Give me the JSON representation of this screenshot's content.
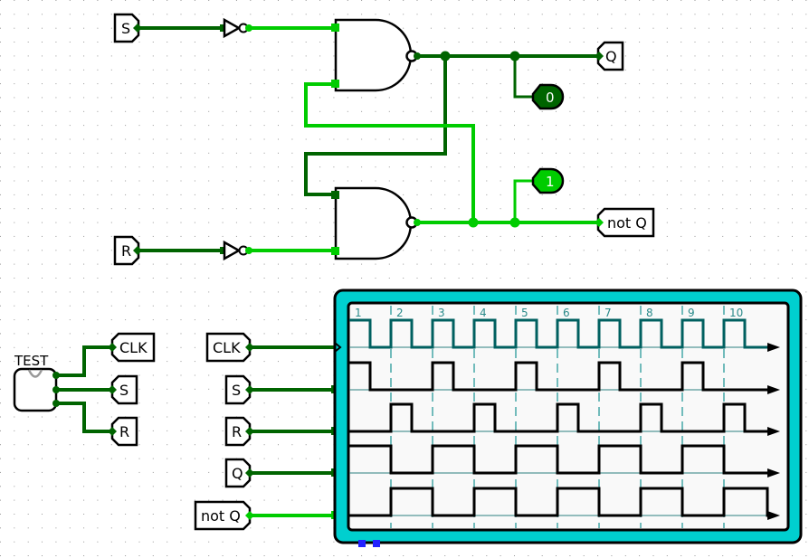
{
  "app": "Logic circuit simulator - SR latch with timing diagram",
  "colors": {
    "wire_low": "#006400",
    "wire_high": "#00cc00",
    "grid_dot": "#999999",
    "chrono_frame": "#00cfcf",
    "chrono_bg": "#f9f9f9",
    "clk_trace": "#006060",
    "tick_line": "#2a9a9a",
    "handle": "#2222ff"
  },
  "inputs": {
    "s_pin": {
      "label": "S",
      "value": 0
    },
    "r_pin": {
      "label": "R",
      "value": 0
    }
  },
  "outputs": {
    "q_pin": {
      "label": "Q",
      "value": 0
    },
    "not_q_pin": {
      "label": "not Q",
      "value": 1
    }
  },
  "probes": {
    "probe_q": {
      "label": "0",
      "value": 0
    },
    "probe_not_q": {
      "label": "1",
      "value": 1
    }
  },
  "test_block": {
    "label": "TEST",
    "outputs": [
      {
        "label": "CLK"
      },
      {
        "label": "S"
      },
      {
        "label": "R"
      }
    ]
  },
  "chronogram": {
    "inputs": [
      {
        "label": "CLK",
        "state": 0
      },
      {
        "label": "S",
        "state": 0
      },
      {
        "label": "R",
        "state": 0
      },
      {
        "label": "Q",
        "state": 0
      },
      {
        "label": "not Q",
        "state": 1
      }
    ],
    "tick_labels": [
      "1",
      "2",
      "3",
      "4",
      "5",
      "6",
      "7",
      "8",
      "9",
      "10"
    ],
    "signals": [
      {
        "name": "CLK",
        "halves": [
          1,
          0,
          1,
          0,
          1,
          0,
          1,
          0,
          1,
          0,
          1,
          0,
          1,
          0,
          1,
          0,
          1,
          0,
          1,
          0
        ]
      },
      {
        "name": "S",
        "halves": [
          1,
          0,
          0,
          0,
          1,
          0,
          0,
          0,
          1,
          0,
          0,
          0,
          1,
          0,
          0,
          0,
          1,
          0,
          0,
          0
        ]
      },
      {
        "name": "R",
        "halves": [
          0,
          0,
          1,
          0,
          0,
          0,
          1,
          0,
          0,
          0,
          1,
          0,
          0,
          0,
          1,
          0,
          0,
          0,
          1,
          0
        ]
      },
      {
        "name": "Q",
        "halves": [
          1,
          1,
          0,
          0,
          1,
          1,
          0,
          0,
          1,
          1,
          0,
          0,
          1,
          1,
          0,
          0,
          1,
          1,
          0,
          0
        ]
      },
      {
        "name": "not Q",
        "halves": [
          0,
          0,
          1,
          1,
          0,
          0,
          1,
          1,
          0,
          0,
          1,
          1,
          0,
          0,
          1,
          1,
          0,
          0,
          1,
          1
        ]
      }
    ]
  }
}
